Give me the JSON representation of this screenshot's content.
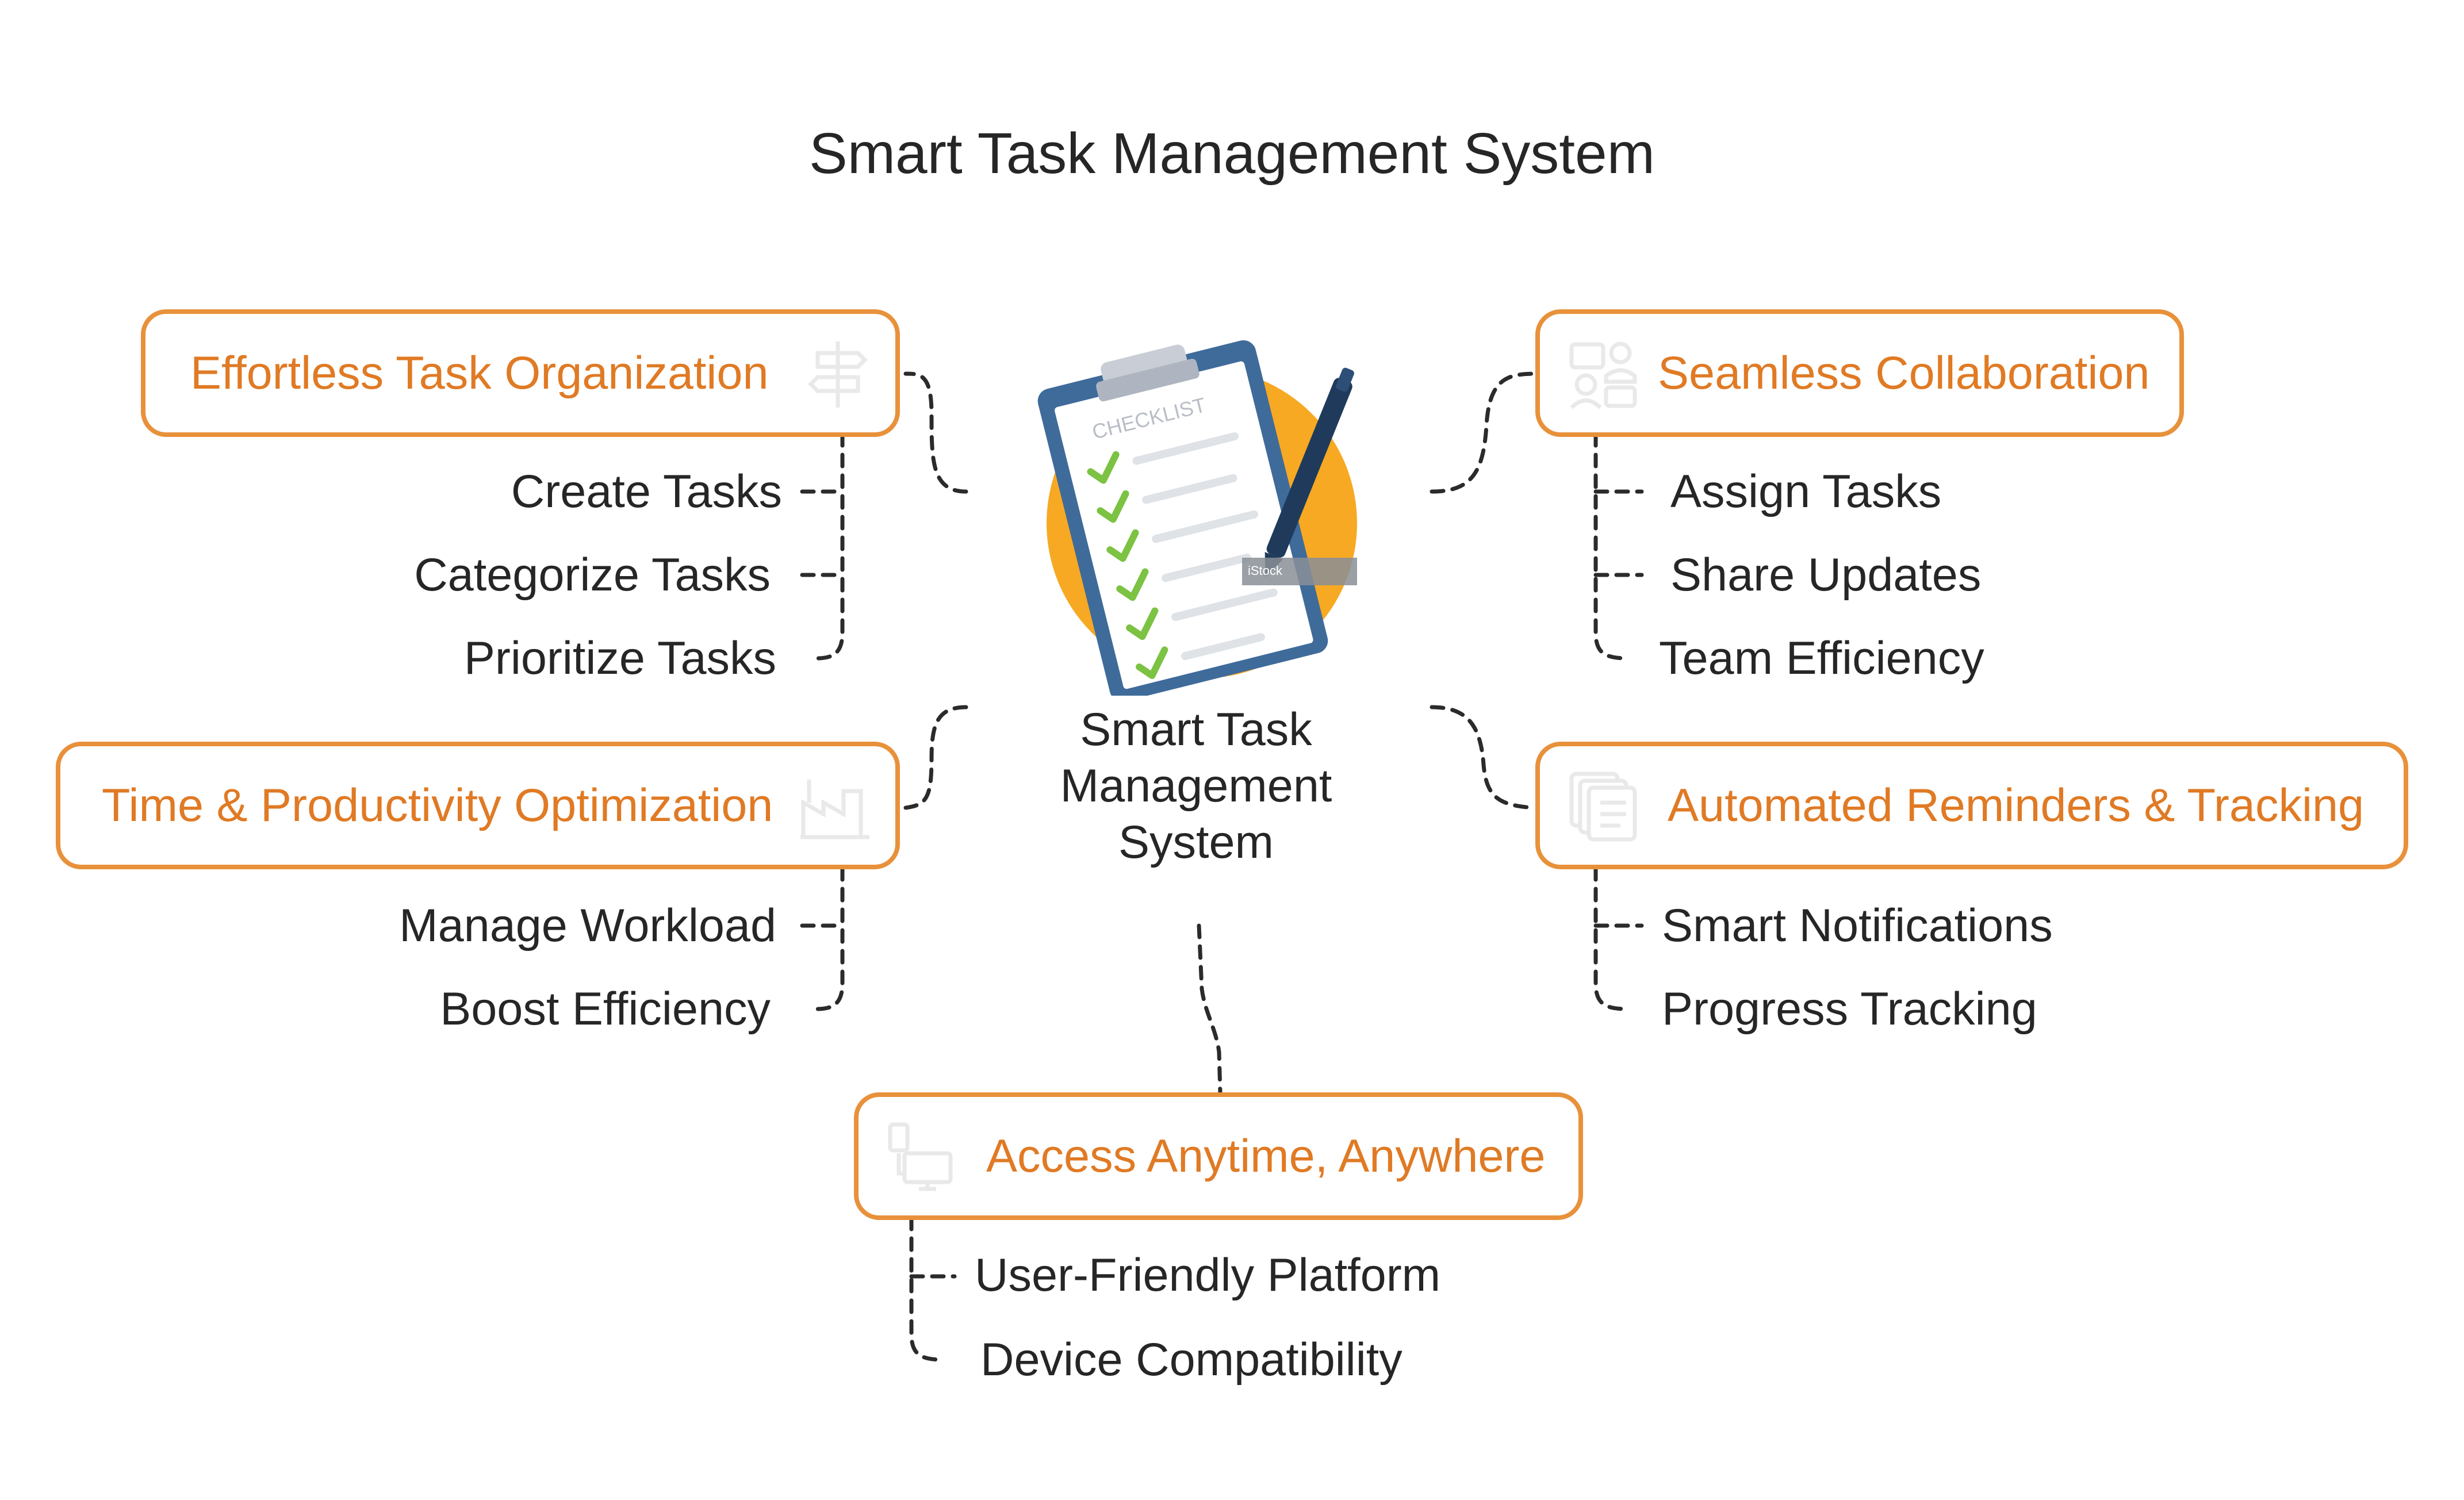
{
  "title": "Smart Task Management System",
  "center": {
    "line1": "Smart Task",
    "line2": "Management",
    "line3": "System",
    "image_text": "CHECKLIST",
    "watermark": "iStock"
  },
  "branches": [
    {
      "label": "Effortless Task Organization",
      "icon": "signpost-icon",
      "items": [
        "Create Tasks",
        "Categorize Tasks",
        "Prioritize Tasks"
      ]
    },
    {
      "label": "Seamless Collaboration",
      "icon": "team-chat-icon",
      "items": [
        "Assign Tasks",
        "Share Updates",
        "Team Efficiency"
      ]
    },
    {
      "label": "Time & Productivity Optimization",
      "icon": "factory-icon",
      "items": [
        "Manage Workload",
        "Boost Efficiency"
      ]
    },
    {
      "label": "Automated Reminders & Tracking",
      "icon": "stacked-checklist-icon",
      "items": [
        "Smart Notifications",
        "Progress Tracking"
      ]
    },
    {
      "label": "Access Anytime, Anywhere",
      "icon": "devices-icon",
      "items": [
        "User-Friendly Platform",
        "Device Compatibility"
      ]
    }
  ],
  "colors": {
    "accent": "#e8913b",
    "accent_text": "#e07a24",
    "text": "#262626",
    "circle": "#f7a923",
    "clipboard": "#3f6b9a",
    "check": "#7cc243"
  }
}
